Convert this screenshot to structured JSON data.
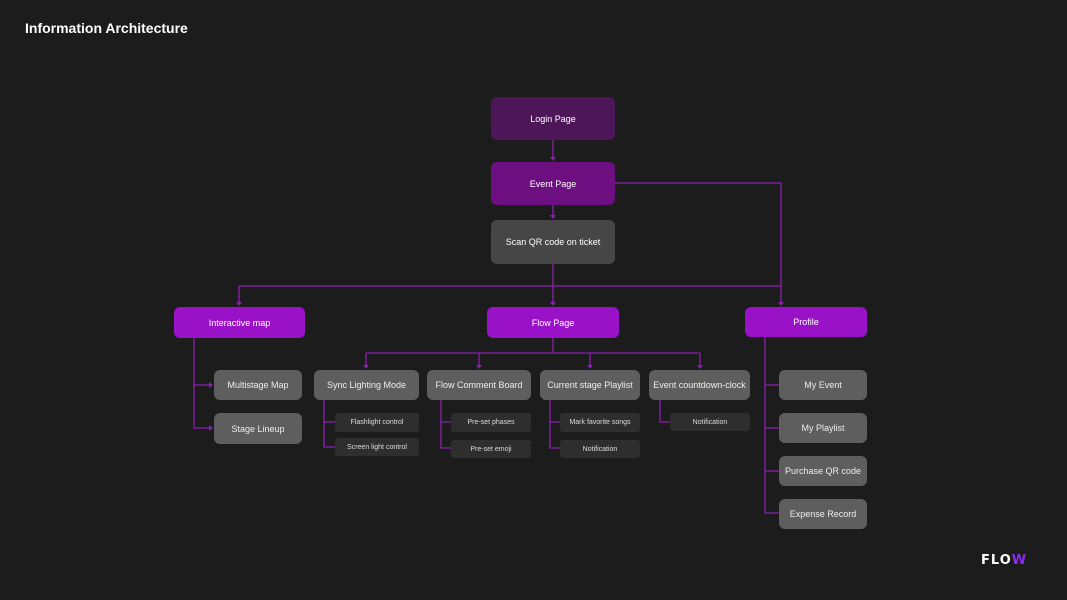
{
  "title": "Information Architecture",
  "logo": {
    "text_main": "FLO",
    "text_accent": "W"
  },
  "colors": {
    "background": "#1c1c1d",
    "line": "#8a1fb0",
    "main": "#9a12c8",
    "login": "#4d1658",
    "event": "#6d0f80"
  },
  "nodes": {
    "login": "Login Page",
    "event": "Event Page",
    "scan": "Scan QR code on ticket",
    "interactive_map": "Interactive map",
    "flow_page": "Flow Page",
    "profile": "Profile",
    "multistage_map": "Multistage Map",
    "stage_lineup": "Stage Lineup",
    "sync_lighting": "Sync Lighting Mode",
    "flow_comment": "Flow Comment Board",
    "current_playlist": "Current stage Playlist",
    "countdown": "Event countdown-clock",
    "flashlight": "Flashlight control",
    "screen_light": "Screen light control",
    "preset_phases": "Pre-set phases",
    "preset_emoji": "Pre-set emoji",
    "mark_favorite": "Mark favorite songs",
    "playlist_notification": "Notification",
    "countdown_notification": "Notification",
    "my_event": "My Event",
    "my_playlist": "My Playlist",
    "purchase_qr": "Purchase QR code",
    "expense_record": "Expense Record"
  }
}
